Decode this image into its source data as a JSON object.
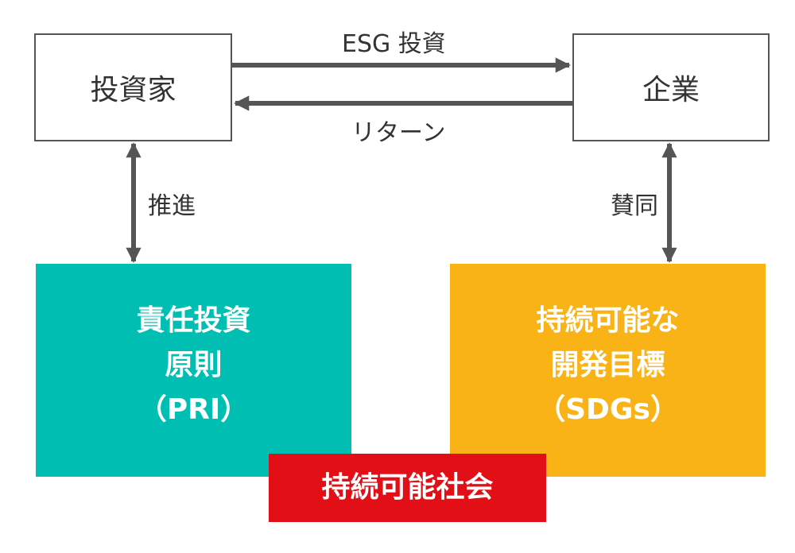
{
  "nodes": {
    "investor": {
      "label": "投資家"
    },
    "company": {
      "label": "企業"
    },
    "pri": {
      "lines": [
        "責任投資",
        "原則",
        "（PRI）"
      ],
      "color": "#00BFB2"
    },
    "sdgs": {
      "lines": [
        "持続可能な",
        "開発目標",
        "（SDGs）"
      ],
      "color": "#F9B316"
    },
    "society": {
      "label": "持続可能社会",
      "color": "#E30F17"
    }
  },
  "edges": {
    "esg": {
      "label": "ESG 投資"
    },
    "return": {
      "label": "リターン"
    },
    "promote": {
      "label": "推進"
    },
    "endorse": {
      "label": "賛同"
    }
  }
}
